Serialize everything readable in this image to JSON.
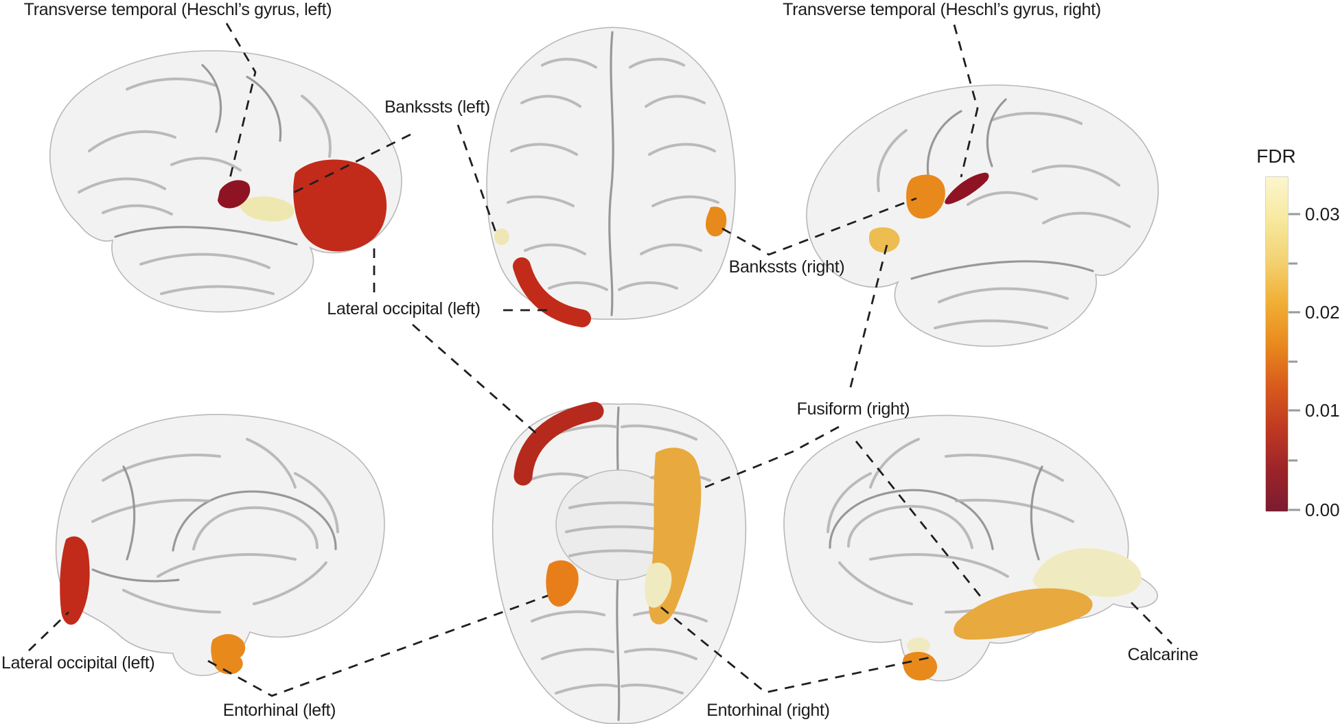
{
  "labels": {
    "transverse_temporal_left": "Transverse temporal (Heschl’s gyrus, left)",
    "transverse_temporal_right": "Transverse temporal (Heschl’s gyrus, right)",
    "bankssts_left": "Bankssts (left)",
    "bankssts_right": "Bankssts (right)",
    "lateral_occipital_left_mid": "Lateral occipital (left)",
    "lateral_occipital_left_bottom": "Lateral occipital (left)",
    "fusiform_right": "Fusiform (right)",
    "entorhinal_left": "Entorhinal (left)",
    "entorhinal_right": "Entorhinal (right)",
    "calcarine": "Calcarine"
  },
  "legend": {
    "title": "FDR",
    "ticks": [
      "0.03",
      "0.02",
      "0.01",
      "0.00"
    ],
    "gradient": [
      "#fcf6cd",
      "#f7e9a0",
      "#f3d272",
      "#f0af35",
      "#e98a1e",
      "#d85b1c",
      "#c03a22",
      "#9c2429",
      "#7c1b31"
    ]
  },
  "regions": {
    "transverse_temporal_left": {
      "color": "#8e1424",
      "approx_fdr": "~0.00"
    },
    "bankssts_left": {
      "color": "#eee8b0",
      "approx_fdr": "~0.03"
    },
    "lateral_occipital_left_lateral": {
      "color": "#c22b1a",
      "approx_fdr": "~0.005"
    },
    "lateral_occipital_left_dorsal": {
      "color": "#c22b1a",
      "approx_fdr": "~0.005"
    },
    "lateral_occipital_left_medial": {
      "color": "#c22b1a",
      "approx_fdr": "~0.005"
    },
    "lateral_occipital_left_ventral": {
      "color": "#b52a1c",
      "approx_fdr": "~0.005"
    },
    "bankssts_left_dorsal_spot": {
      "color": "#eee7b5",
      "approx_fdr": "~0.03"
    },
    "bankssts_right_dorsal_spot": {
      "color": "#e8891c",
      "approx_fdr": "~0.015"
    },
    "bankssts_right_lateral": {
      "color": "#e8891c",
      "approx_fdr": "~0.015"
    },
    "transverse_temporal_right": {
      "color": "#8e1424",
      "approx_fdr": "~0.00"
    },
    "fusiform_right_lateral": {
      "color": "#edbd52",
      "approx_fdr": "~0.02"
    },
    "fusiform_right_ventral": {
      "color": "#e8a93e",
      "approx_fdr": "~0.02"
    },
    "fusiform_right_medial": {
      "color": "#e8a93e",
      "approx_fdr": "~0.02"
    },
    "entorhinal_left_medial": {
      "color": "#e8891c",
      "approx_fdr": "~0.015"
    },
    "entorhinal_left_ventral": {
      "color": "#e87e19",
      "approx_fdr": "~0.015"
    },
    "entorhinal_right_ventral": {
      "color": "#f0eac0",
      "approx_fdr": "~0.03"
    },
    "entorhinal_right_medial_pale": {
      "color": "#f0eac0",
      "approx_fdr": "~0.03"
    },
    "entorhinal_right_medial_orange": {
      "color": "#e8891c",
      "approx_fdr": "~0.015"
    },
    "calcarine_right_medial": {
      "color": "#f0eac0",
      "approx_fdr": "~0.03"
    }
  }
}
